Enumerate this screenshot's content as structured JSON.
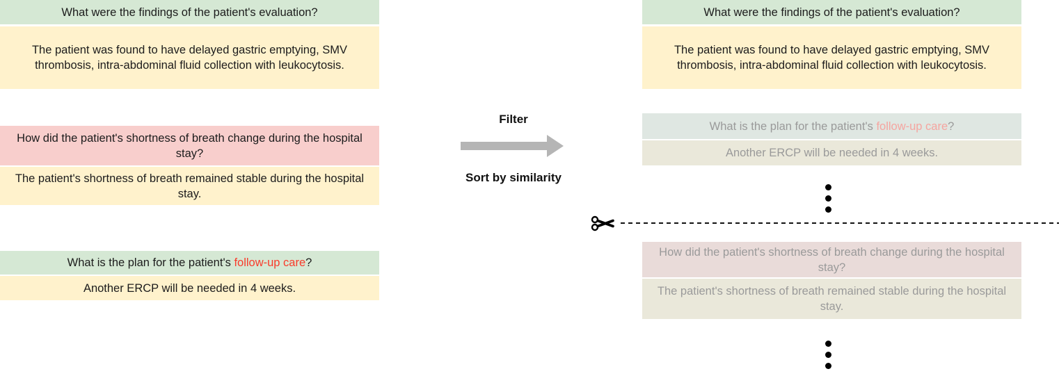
{
  "qa_pairs": {
    "evaluation": {
      "question": "What were the findings of the patient's evaluation?",
      "answer": "The patient was found to have delayed gastric emptying, SMV thrombosis, intra-abdominal fluid collection with leukocytosis."
    },
    "breath": {
      "question": "How did the patient's shortness of breath change during the hospital stay?",
      "answer": "The patient's shortness of breath remained stable during the hospital stay."
    },
    "followup": {
      "question_prefix": "What is the plan for the patient's ",
      "question_highlight": "follow-up care",
      "question_suffix": "?",
      "answer": "Another ERCP will be needed in 4 weeks."
    }
  },
  "process": {
    "filter_label": "Filter",
    "sort_label": "Sort by similarity",
    "arrow_icon": "right-arrow",
    "scissors_icon": "scissors",
    "ellipsis_icon": "vertical-ellipsis"
  },
  "colors": {
    "question_green": "#d5e8d4",
    "question_red": "#f8cecc",
    "answer_yellow": "#fff2cc",
    "highlight_red_text": "#f93b2b",
    "faded_question_green": "#dfe7e2",
    "faded_question_red": "#e9dbd9",
    "faded_answer_yellow": "#eae8da",
    "faded_text": "#9a9a9a",
    "faded_highlight_text": "#f5a5a0",
    "arrow_gray": "#b5b5b5"
  }
}
